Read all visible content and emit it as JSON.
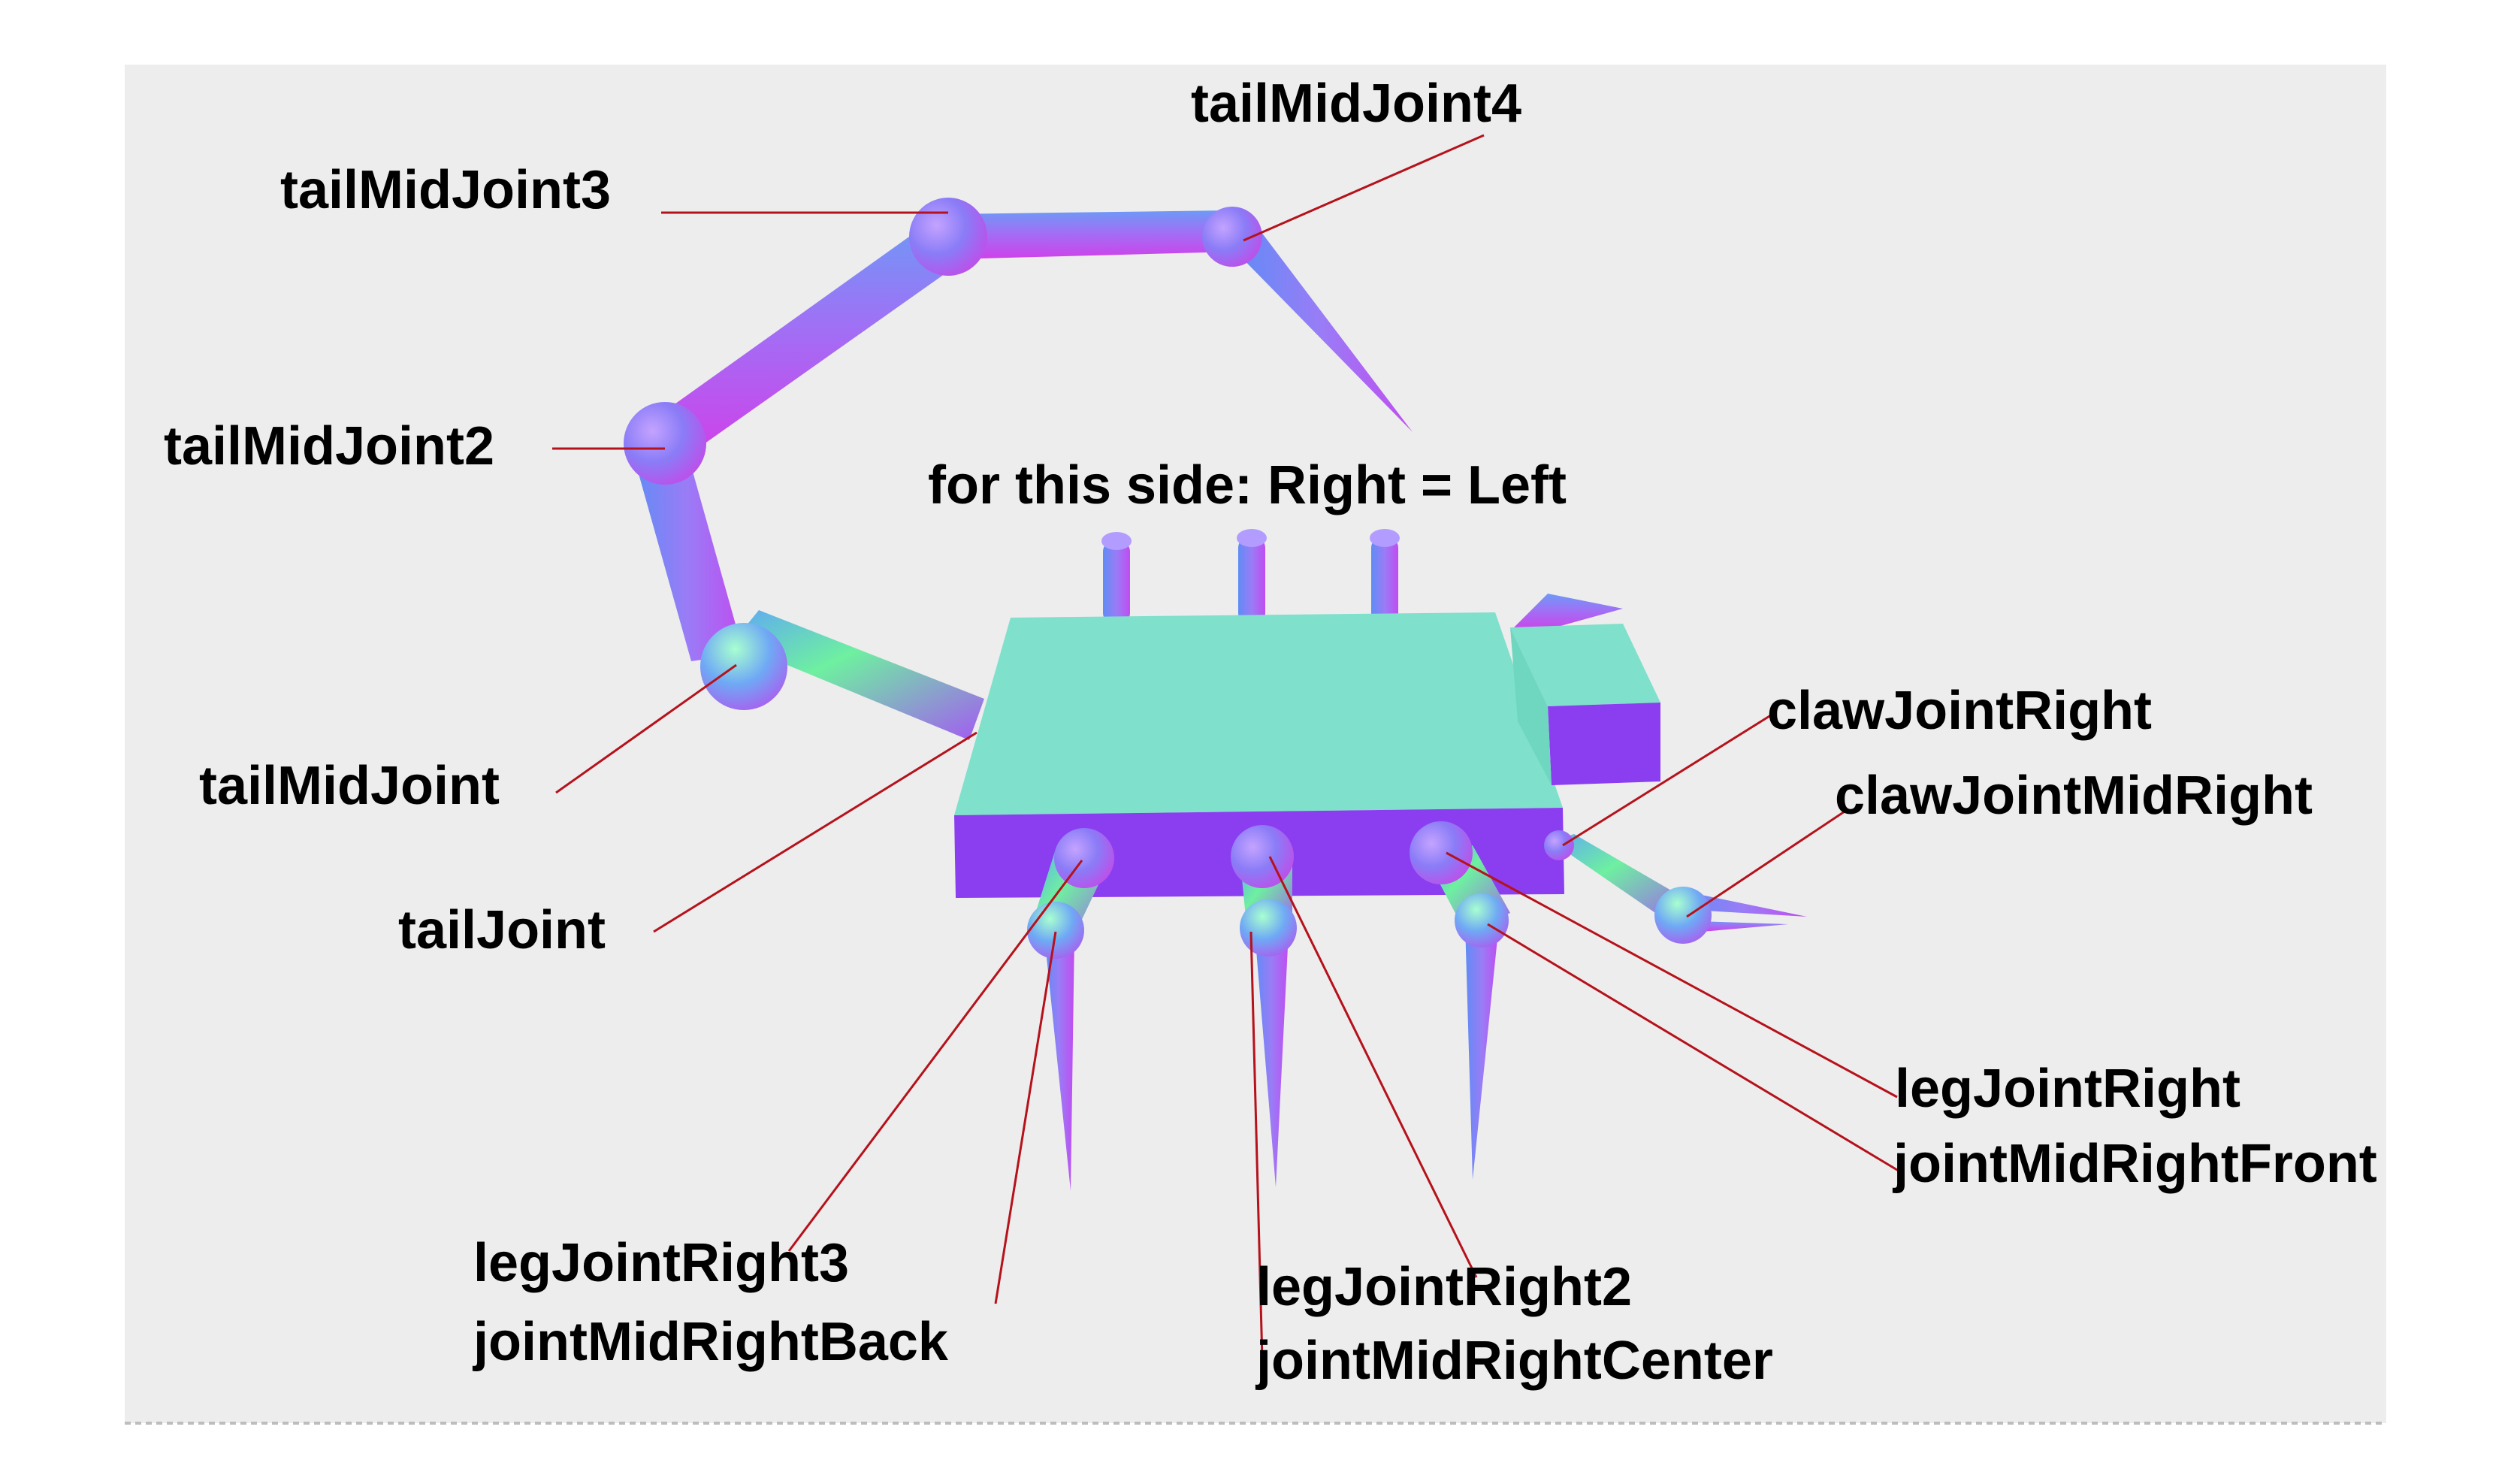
{
  "figure": {
    "caption": "for this side: Right = Left",
    "colors": {
      "background": "#ffffff",
      "panel": "#ededed",
      "panel_border": "#bdbdbd",
      "leader": "#b5121b",
      "text": "#000000",
      "body_top": "#7fe0cb",
      "body_side": "#8b3df0",
      "limb_blue": "#7a7ef5",
      "limb_violet": "#b05cf2",
      "limb_green": "#6df0a0"
    },
    "labels": {
      "tail_mid_joint4": "tailMidJoint4",
      "tail_mid_joint3": "tailMidJoint3",
      "tail_mid_joint2": "tailMidJoint2",
      "tail_mid_joint": "tailMidJoint",
      "tail_joint": "tailJoint",
      "claw_joint_right": "clawJointRight",
      "claw_joint_mid_right": "clawJointMidRight",
      "leg_joint_right": "legJointRight",
      "joint_mid_right_front": "jointMidRightFront",
      "leg_joint_right3": "legJointRight3",
      "joint_mid_right_back": "jointMidRightBack",
      "leg_joint_right2": "legJointRight2",
      "joint_mid_right_center": "jointMidRightCenter"
    }
  }
}
